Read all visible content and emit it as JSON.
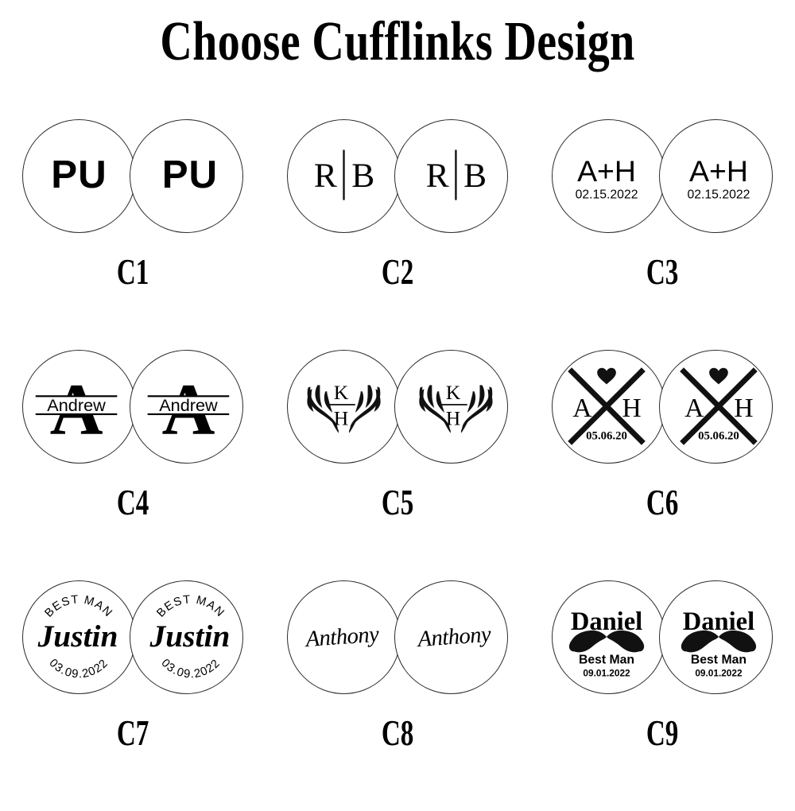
{
  "header": {
    "title": "Choose Cufflinks Design"
  },
  "colors": {
    "ink": "#000000",
    "outline": "#2b2b2b",
    "background": "#ffffff"
  },
  "designs": [
    {
      "code": "C1",
      "style": "initials-block",
      "initials": "PU",
      "description": "Two bold sans-serif initials centered in a thin circle"
    },
    {
      "code": "C2",
      "style": "split-initials-bar",
      "left_initial": "R",
      "right_initial": "B",
      "divider": "|",
      "description": "Serif initials separated by a tall vertical bar"
    },
    {
      "code": "C3",
      "style": "plus-monogram-date",
      "left_initial": "A",
      "symbol": "+",
      "right_initial": "H",
      "date": "02.15.2022",
      "description": "A+H monogram with wedding date beneath"
    },
    {
      "code": "C4",
      "style": "split-letter-name",
      "initial": "A",
      "name": "Andrew",
      "description": "Large serif A split by a banner containing the name"
    },
    {
      "code": "C5",
      "style": "antler-stacked-initials",
      "top_initial": "K",
      "bottom_initial": "H",
      "description": "Deer antlers flanking stacked initials with divider rule"
    },
    {
      "code": "C6",
      "style": "cross-initials-heart",
      "left_initial": "A",
      "right_initial": "H",
      "date": "05.06.20",
      "icon": "heart-icon",
      "description": "Large X with heart on top, initials on the sides, date below"
    },
    {
      "code": "C7",
      "style": "circular-badge-script",
      "top_text": "BEST MAN",
      "name": "Justin",
      "date": "03.09.2022",
      "description": "Arched BEST MAN text, script name, arched date"
    },
    {
      "code": "C8",
      "style": "handwritten-name",
      "name": "Anthony",
      "description": "Thin handwritten signature style name"
    },
    {
      "code": "C9",
      "style": "mustache-badge",
      "name": "Daniel",
      "role": "Best Man",
      "date": "09.01.2022",
      "icon": "mustache-icon",
      "description": "Bold name above a handlebar mustache with role and date"
    }
  ]
}
